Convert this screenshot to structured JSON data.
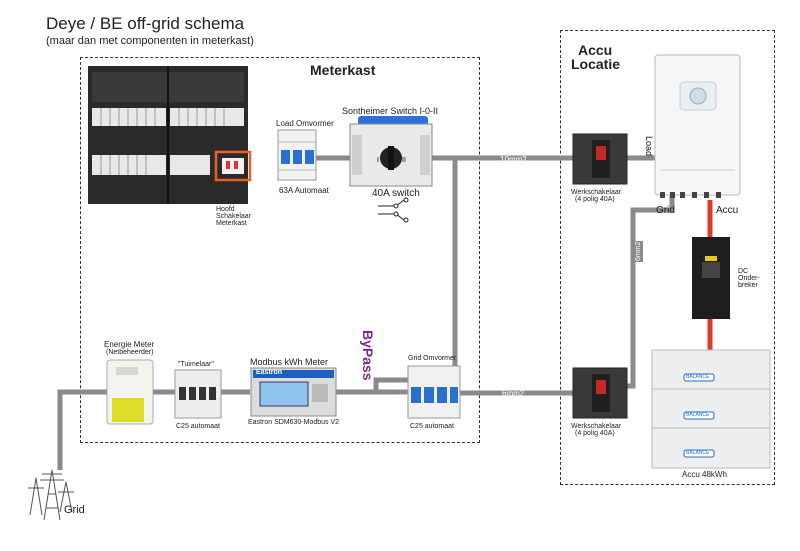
{
  "header": {
    "title": "Deye / BE off-grid schema",
    "subtitle": "(maar dan met componenten in meterkast)"
  },
  "meterkast": {
    "title": "Meterkast"
  },
  "accu_locatie": {
    "title_line1": "Accu",
    "title_line2": "Locatie"
  },
  "components": {
    "hoofd_schakelaar": {
      "line1": "Hoofd",
      "line2": "Schakelaar",
      "line3": "Meterkast"
    },
    "load_omvormer": {
      "title": "Load Omvormer",
      "caption": "63A  Automaat"
    },
    "switch": {
      "title": "Sontheimer Switch I-0-II",
      "caption": "40A  switch"
    },
    "energie_meter": {
      "title": "Energie Meter",
      "subtitle": "(Netbeheerder)"
    },
    "tuimelaar": {
      "title": "\"Tuimelaar\"",
      "caption": "C25 automaat"
    },
    "modbus_meter": {
      "title": "Modbus kWh Meter",
      "brand": "Eastron",
      "caption": "Eastron  SDM630-Modbus V2"
    },
    "grid_omvormer": {
      "title": "Grid Omvormer",
      "caption": "C25 automaat"
    },
    "werkschakelaar_top": {
      "line1": "Werkschakelaar",
      "line2": "(4 polig 40A)"
    },
    "werkschakelaar_bottom": {
      "line1": "Werkschakelaar",
      "line2": "(4 polig 40A)"
    },
    "dc_onderbreker": {
      "line1": "DC",
      "line2": "Onder-",
      "line3": "breker"
    },
    "accu": {
      "caption": "Accu 48kWh",
      "module_label": "BALANCE"
    },
    "inverter": {
      "load_label": "Load",
      "grid_label": "Grid",
      "accu_label": "Accu"
    },
    "grid_tower": {
      "label": "Grid"
    }
  },
  "wires": {
    "load_cable": "10mm2",
    "grid_cable": "6mm2",
    "vertical_cable": "6mm2",
    "bypass": "ByPass"
  },
  "colors": {
    "wire": "#8a8a8a",
    "dc_wire": "#e03a2a",
    "bypass_text": "#7a2a8a",
    "highlight": "#e8641c",
    "module_blue": "#1f6fd1"
  }
}
